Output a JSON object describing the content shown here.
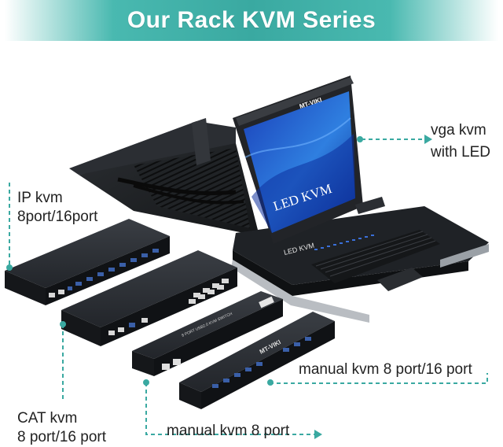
{
  "header": {
    "title": "Our Rack KVM Series"
  },
  "colors": {
    "accent": "#3aa9a1",
    "device": "#1c1f23",
    "port": "#3a5fa8"
  },
  "monitor": {
    "brand": "MT-VIKI",
    "screen_text": "LED KVM",
    "bezel_text": "LED KVM"
  },
  "devices": {
    "manual_kvm_label": "MT-VIKI",
    "cat_kvm_label": "8 PORT USB2.0 KVM SWITCH"
  },
  "labels": {
    "vga_kvm_line1": "vga kvm",
    "vga_kvm_line2": "with LED",
    "ip_kvm_line1": "IP kvm",
    "ip_kvm_line2": "8port/16port",
    "cat_kvm_line1": "CAT kvm",
    "cat_kvm_line2": "8 port/16 port",
    "manual_kvm_8_16": "manual kvm 8 port/16 port",
    "manual_kvm_8": "manual kvm 8 port"
  }
}
